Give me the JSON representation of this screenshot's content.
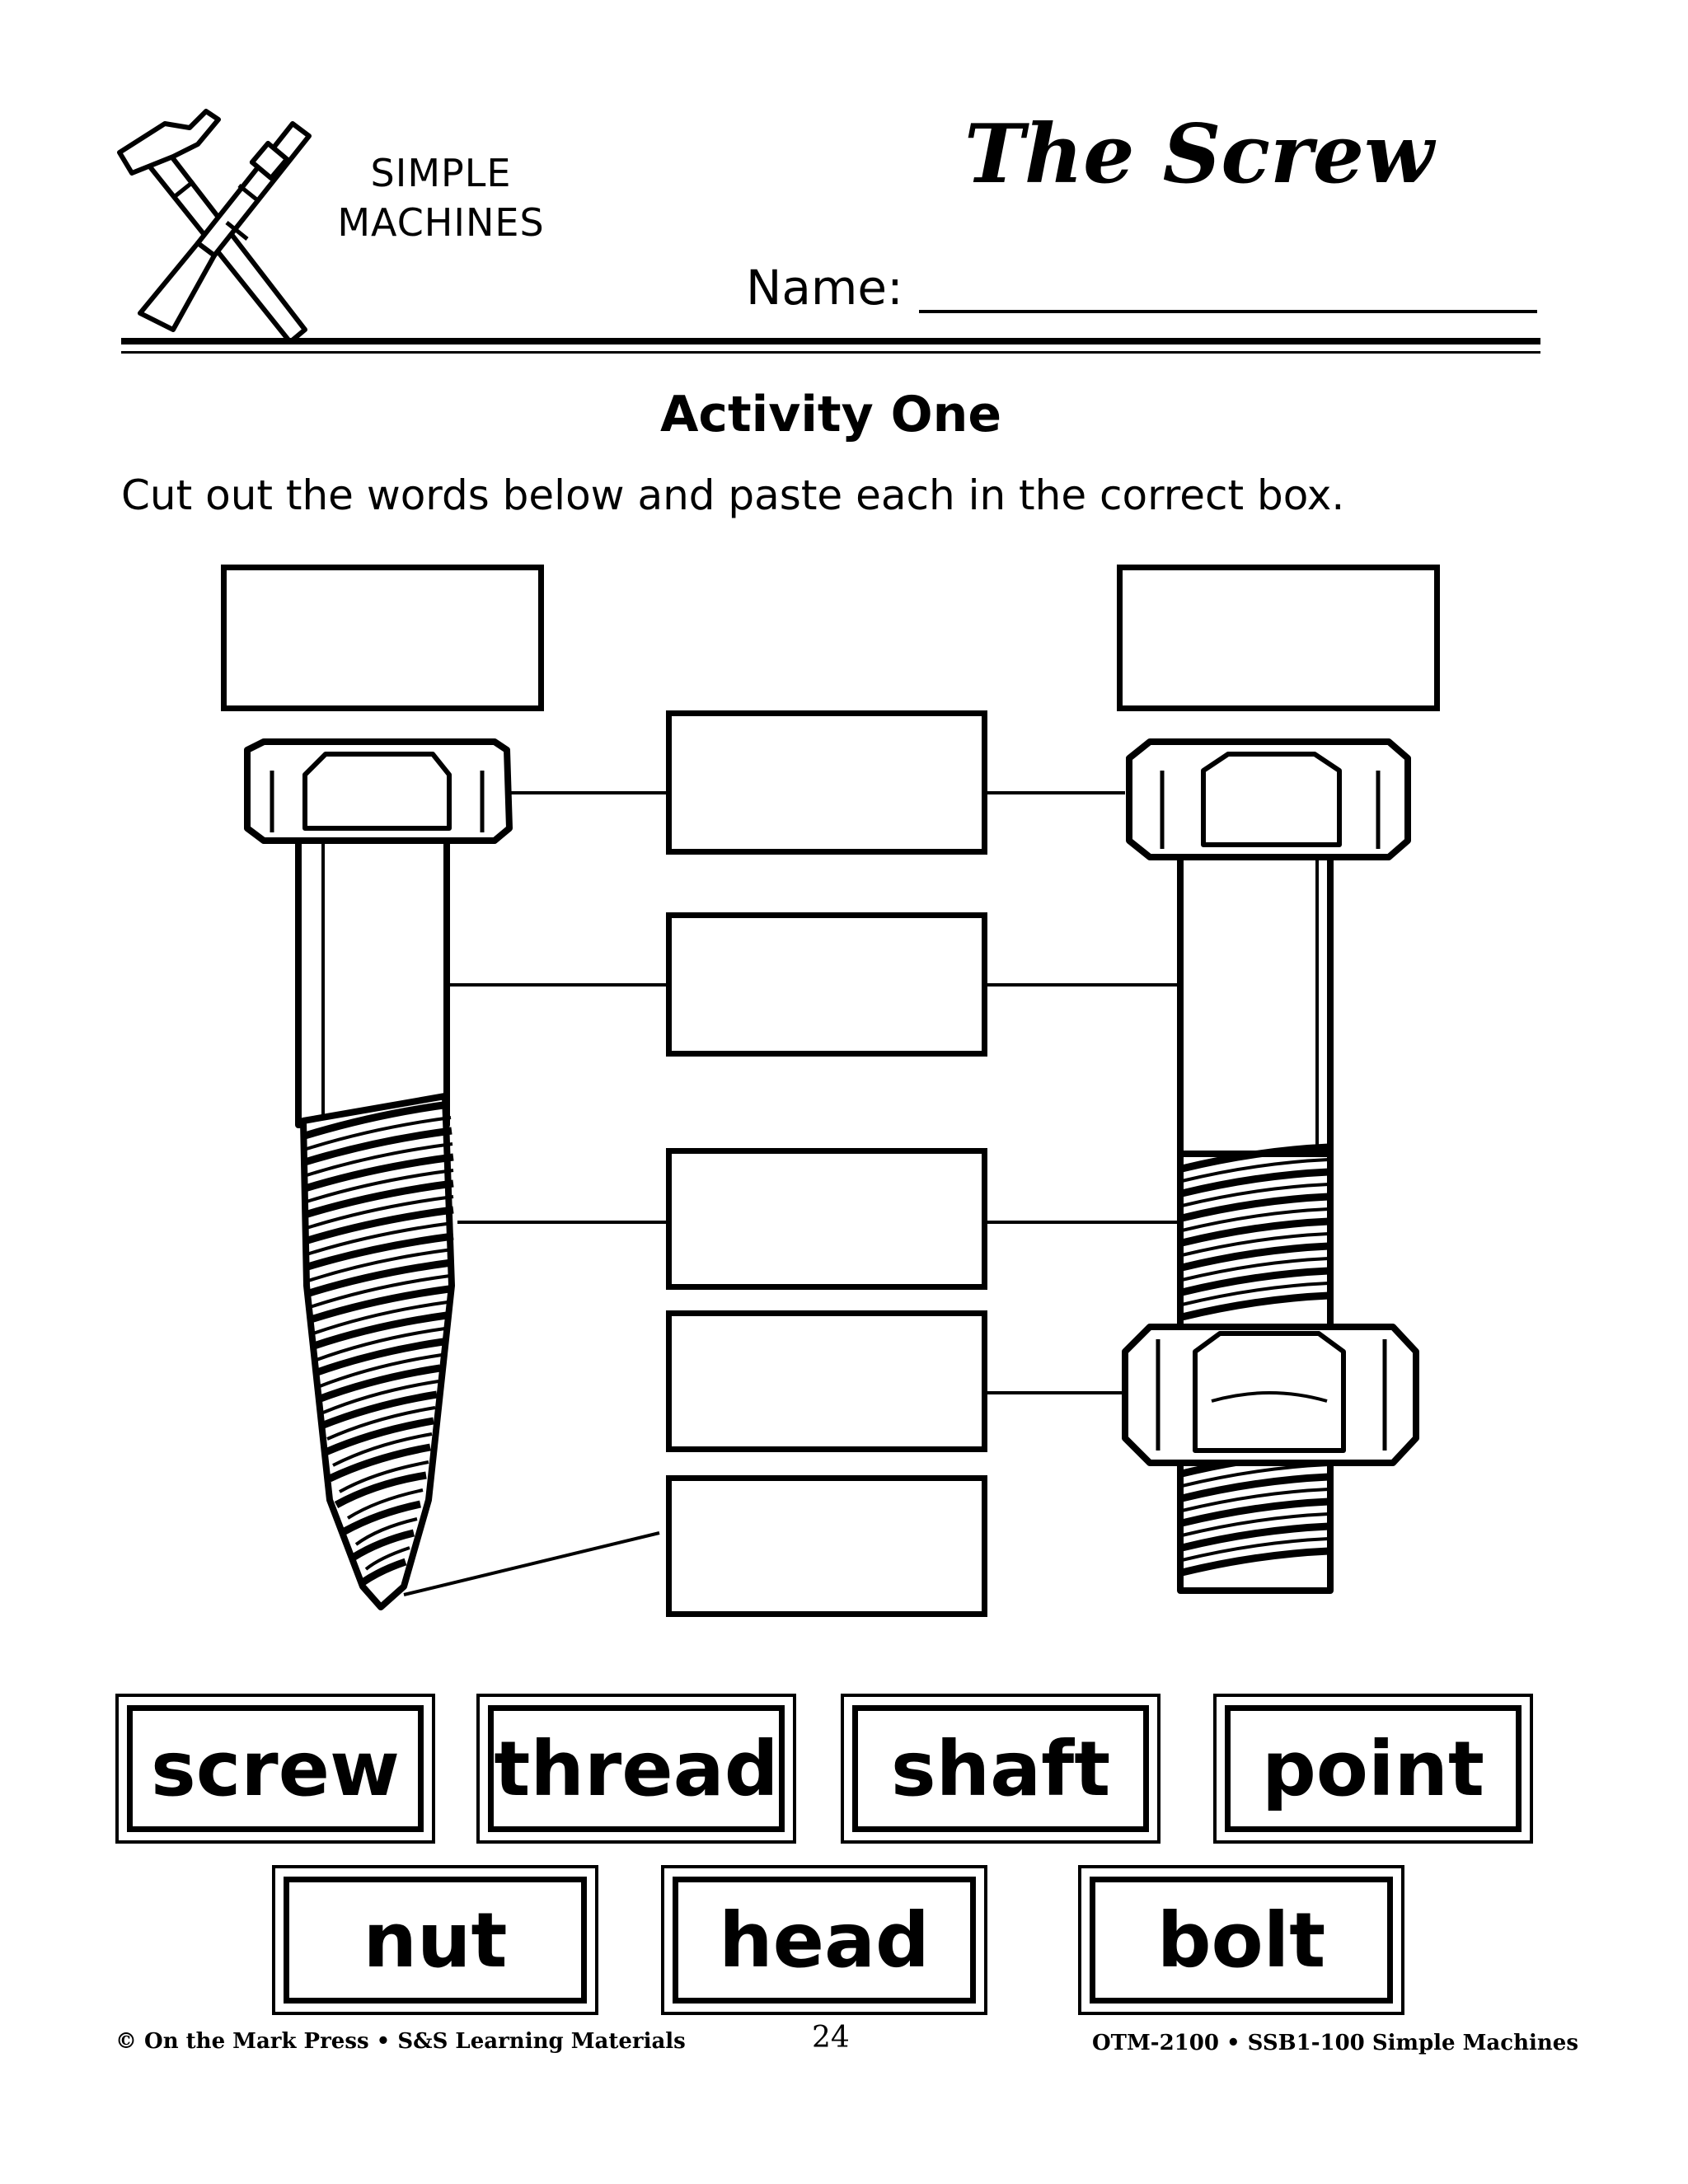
{
  "header": {
    "series_line1": "SIMPLE",
    "series_line2": "MACHINES",
    "title": "The Screw",
    "name_label": "Name:"
  },
  "activity": {
    "heading": "Activity One",
    "instructions": "Cut out the words below and paste each in the correct box."
  },
  "word_cards": [
    "screw",
    "thread",
    "shaft",
    "point",
    "nut",
    "head",
    "bolt"
  ],
  "footer": {
    "left": "© On the Mark Press • S&S Learning Materials",
    "page": "24",
    "right": "OTM-2100 • SSB1-100 Simple Machines"
  },
  "icons": {
    "logo": "hammer-and-chisel-icon"
  }
}
